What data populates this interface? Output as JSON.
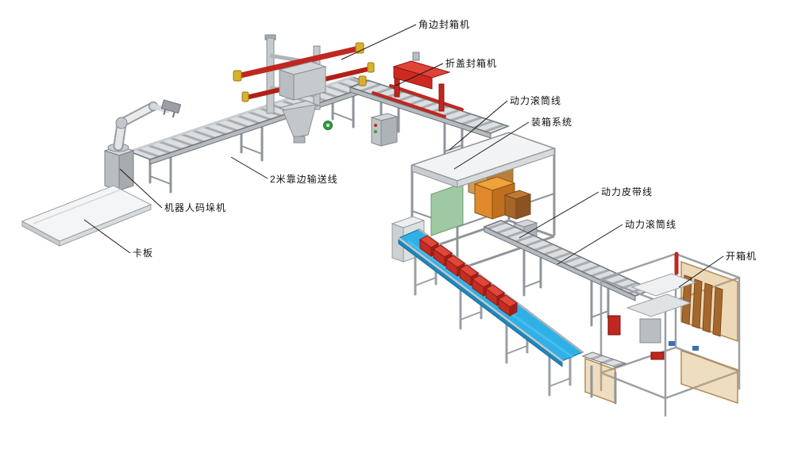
{
  "diagram": {
    "type": "packaging-line-equipment-layout",
    "labels": {
      "corner_sealer": "角边封箱机",
      "flap_sealer": "折盖封箱机",
      "power_roller_line_1": "动力滚筒线",
      "packing_system": "装箱系统",
      "power_belt_line": "动力皮带线",
      "power_roller_line_2": "动力滚筒线",
      "case_erector": "开箱机",
      "edge_conveyor": "2米靠边输送线",
      "robot_palletizer": "机器人码垛机",
      "pallet": "卡板"
    },
    "colors": {
      "machine_red": "#c0271f",
      "belt_blue": "#2fb1e8",
      "carton_brown": "#a5682c",
      "box_orange": "#e08a2d",
      "panel_green": "#9fc9a2",
      "amber_panel": "#d6aa62",
      "frame_grey": "#9aa0a5",
      "background": "#ffffff"
    }
  }
}
